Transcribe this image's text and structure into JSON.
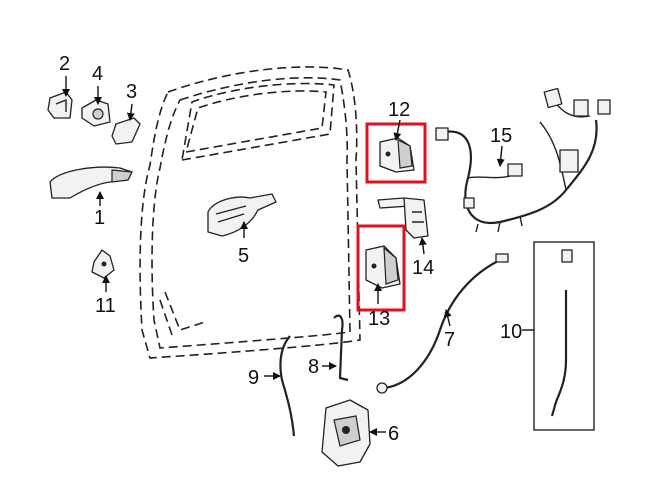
{
  "colors": {
    "highlight": "#e01020",
    "line": "#222222",
    "part_fill": "#f2f2f2"
  },
  "callouts": {
    "c1": "1",
    "c2": "2",
    "c3": "3",
    "c4": "4",
    "c5": "5",
    "c6": "6",
    "c7": "7",
    "c8": "8",
    "c9": "9",
    "c10": "10",
    "c11": "11",
    "c12": "12",
    "c13": "13",
    "c14": "14",
    "c15": "15"
  },
  "highlighted_parts": [
    "12",
    "13"
  ]
}
